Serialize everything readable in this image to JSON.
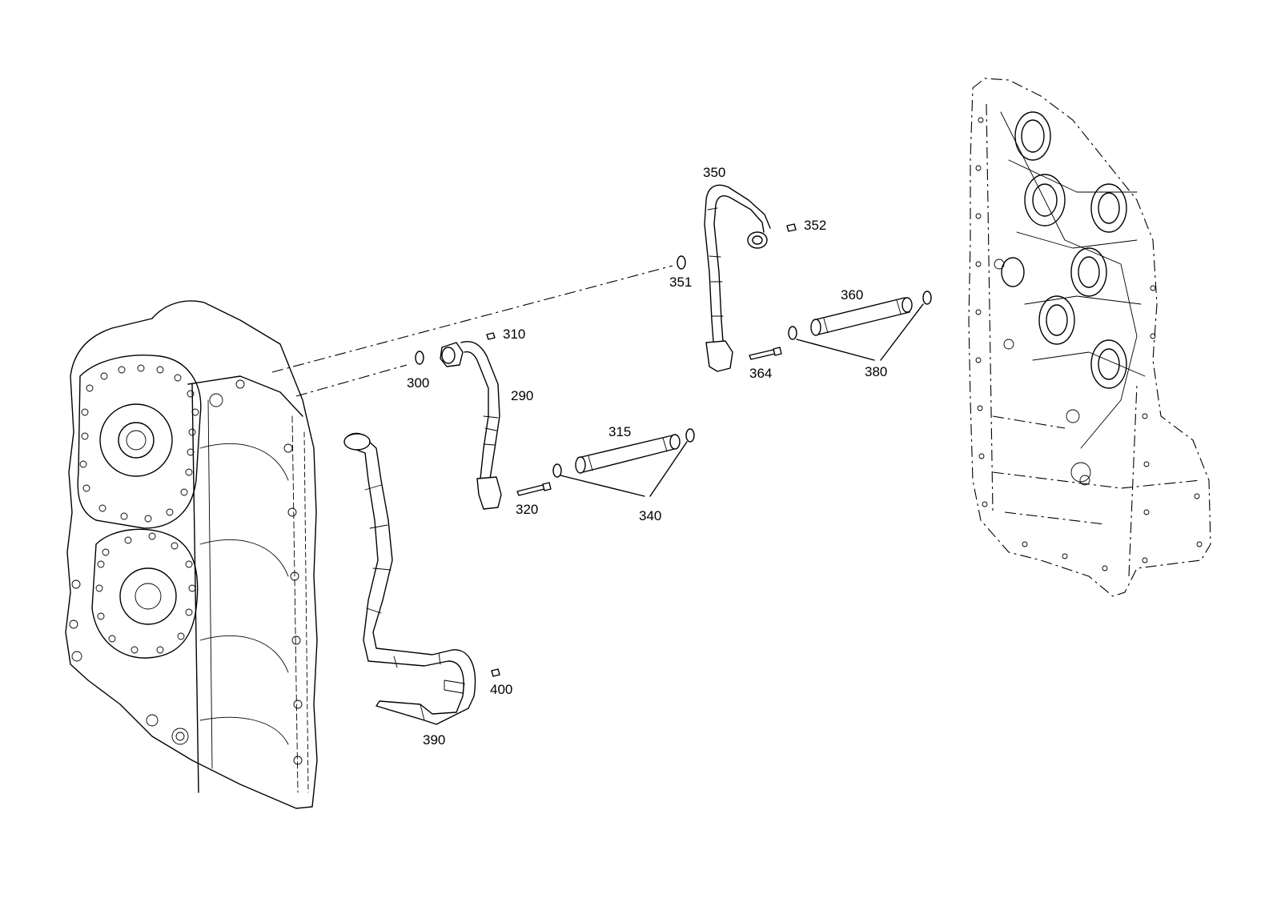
{
  "callouts": {
    "p290": "290",
    "p300": "300",
    "p310": "310",
    "p315": "315",
    "p320": "320",
    "p340": "340",
    "p350": "350",
    "p351": "351",
    "p352": "352",
    "p360": "360",
    "p364": "364",
    "p380": "380",
    "p390": "390",
    "p400": "400"
  },
  "colors": {
    "line": "#000000",
    "background": "#ffffff"
  }
}
